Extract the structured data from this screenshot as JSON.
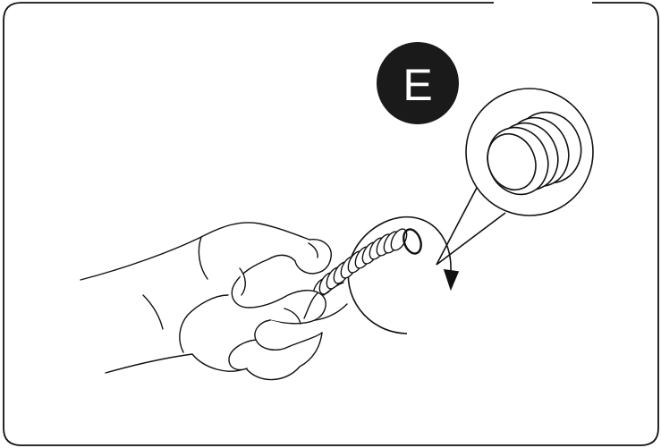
{
  "step": {
    "label": "E"
  },
  "colors": {
    "line": "#111111",
    "badge": "#1a1a1a",
    "background": "#ffffff"
  },
  "icons": [
    "hand-illustration",
    "hose-illustration",
    "o-ring-icon",
    "rotation-arrow-icon",
    "magnifier-callout"
  ]
}
